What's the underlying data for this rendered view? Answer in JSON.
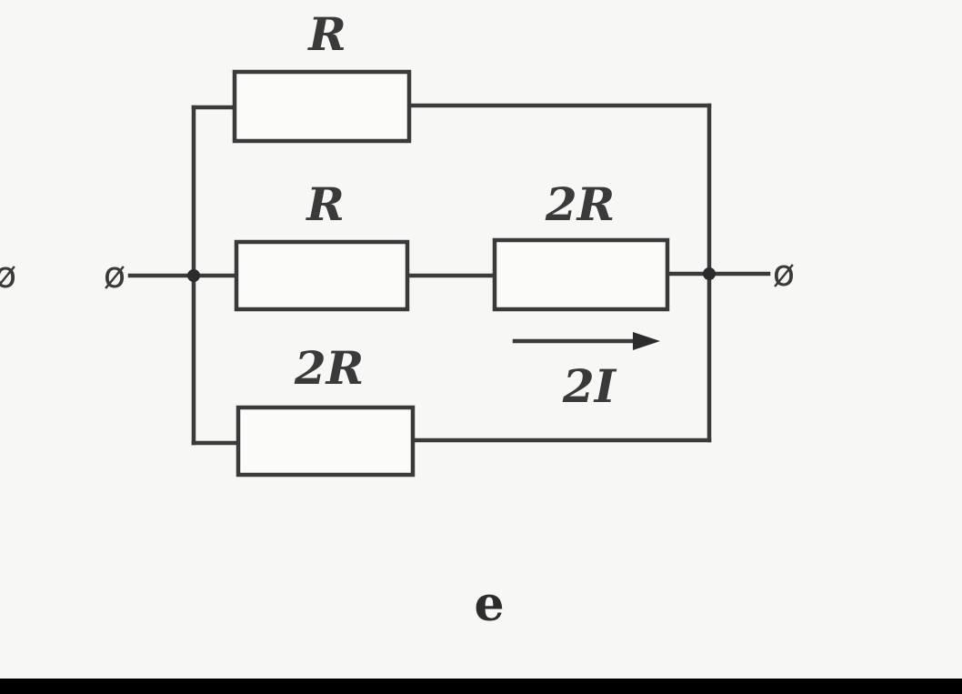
{
  "diagram": {
    "labels": {
      "top_resistor": "R",
      "middle_resistor_left": "R",
      "middle_resistor_right": "2R",
      "bottom_resistor": "2R",
      "current": "2I"
    },
    "terminals": {
      "far_left": "ø",
      "left": "ø",
      "right": "ø"
    },
    "caption": "e"
  }
}
